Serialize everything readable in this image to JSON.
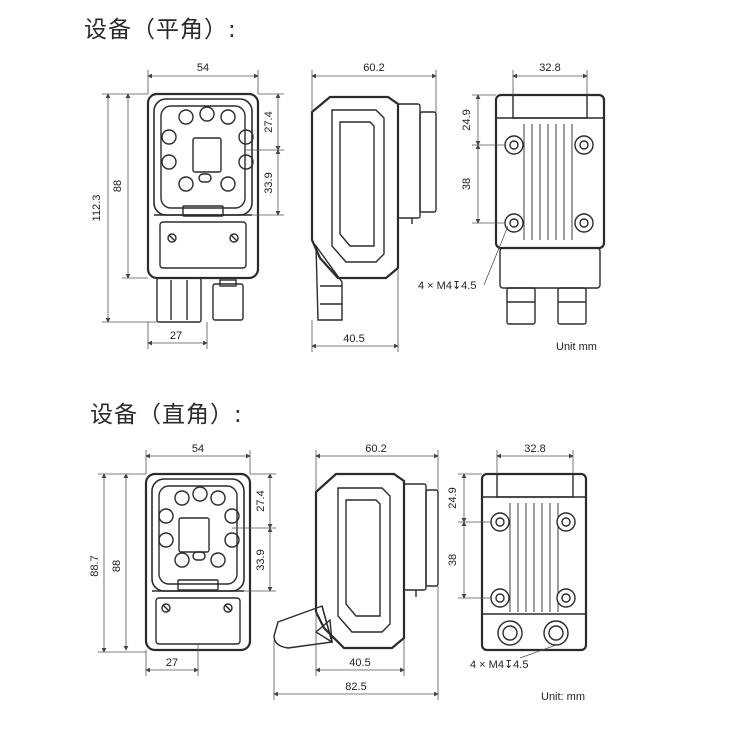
{
  "sections": [
    {
      "title": "设备（平角）:",
      "front": {
        "width": "54",
        "total_height": "112.3",
        "body_height": "88",
        "upper": "27.4",
        "lower": "33.9",
        "connector": "27"
      },
      "side": {
        "depth": "60.2",
        "lower_depth": "40.5"
      },
      "back": {
        "width": "32.8",
        "upper": "24.9",
        "spacing": "38",
        "screw": "4 × M4",
        "screw_depth": "4.5",
        "unit": "Unit mm"
      }
    },
    {
      "title": "设备（直角）:",
      "front": {
        "width": "54",
        "total_height": "88.7",
        "body_height": "88",
        "upper": "27.4",
        "lower": "33.9",
        "connector": "27"
      },
      "side": {
        "depth": "60.2",
        "lower_depth": "40.5",
        "overall": "82.5"
      },
      "back": {
        "width": "32.8",
        "upper": "24.9",
        "spacing": "38",
        "screw": "4 × M4",
        "screw_depth": "4.5",
        "unit": "Unit: mm"
      }
    }
  ],
  "colors": {
    "line": "#2b2b2b",
    "dim": "#555555",
    "text": "#222222"
  }
}
